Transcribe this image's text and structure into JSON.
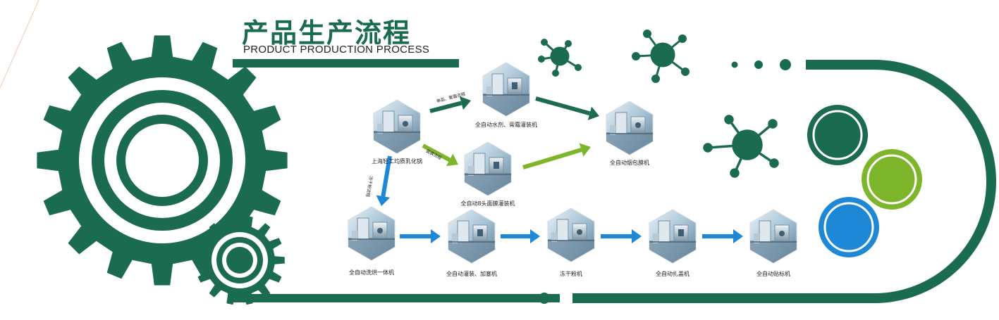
{
  "title": {
    "chinese": "产品生产流程",
    "english": "PRODUCT PRODUCTION PROCESS"
  },
  "colors": {
    "dark_green": "#1a6b50",
    "light_green": "#7db52b",
    "blue": "#1e88d6",
    "gear": "#1a6b50"
  },
  "nodes": [
    {
      "id": "emulsifier",
      "label": "上海轻工均质乳化锅",
      "icon": "machine-photo"
    },
    {
      "id": "filling_water",
      "label": "全自动水剂、膏霜灌装机",
      "icon": "machine-photo"
    },
    {
      "id": "wrapping",
      "label": "全自动烟包膜机",
      "icon": "machine-photo"
    },
    {
      "id": "mask_filling",
      "label": "全自动8头面膜灌装机",
      "icon": "machine-photo"
    },
    {
      "id": "wash_dry",
      "label": "全自动洗烘一体机",
      "icon": "machine-photo"
    },
    {
      "id": "fill_stopper",
      "label": "全自动灌装、加塞机",
      "icon": "machine-photo"
    },
    {
      "id": "freeze_dryer",
      "label": "冻干粉机",
      "icon": "machine-photo"
    },
    {
      "id": "capping",
      "label": "全自动扎盖机",
      "icon": "machine-photo"
    },
    {
      "id": "labeling",
      "label": "全自动贴标机",
      "icon": "machine-photo"
    }
  ],
  "flows": [
    {
      "from": "emulsifier",
      "to": "filling_water",
      "label": "单品、膏霜流程",
      "color": "dark_green"
    },
    {
      "from": "filling_water",
      "to": "wrapping",
      "label": "",
      "color": "dark_green"
    },
    {
      "from": "emulsifier",
      "to": "mask_filling",
      "label": "面膜流程",
      "color": "light_green"
    },
    {
      "from": "mask_filling",
      "to": "wrapping",
      "label": "",
      "color": "light_green"
    },
    {
      "from": "emulsifier",
      "to": "wash_dry",
      "label": "冻干粉流程",
      "color": "blue"
    },
    {
      "from": "wash_dry",
      "to": "fill_stopper",
      "label": "",
      "color": "blue"
    },
    {
      "from": "fill_stopper",
      "to": "freeze_dryer",
      "label": "",
      "color": "blue"
    },
    {
      "from": "freeze_dryer",
      "to": "capping",
      "label": "",
      "color": "blue"
    },
    {
      "from": "capping",
      "to": "labeling",
      "label": "",
      "color": "blue"
    }
  ],
  "decorations": {
    "gears": [
      "large-gear-icon",
      "small-gear-icon"
    ],
    "molecules": [
      "molecule-icon-small",
      "molecule-icon-medium",
      "molecule-icon-large"
    ],
    "circles": [
      "dark-green-circle",
      "light-green-circle",
      "blue-circle"
    ]
  }
}
